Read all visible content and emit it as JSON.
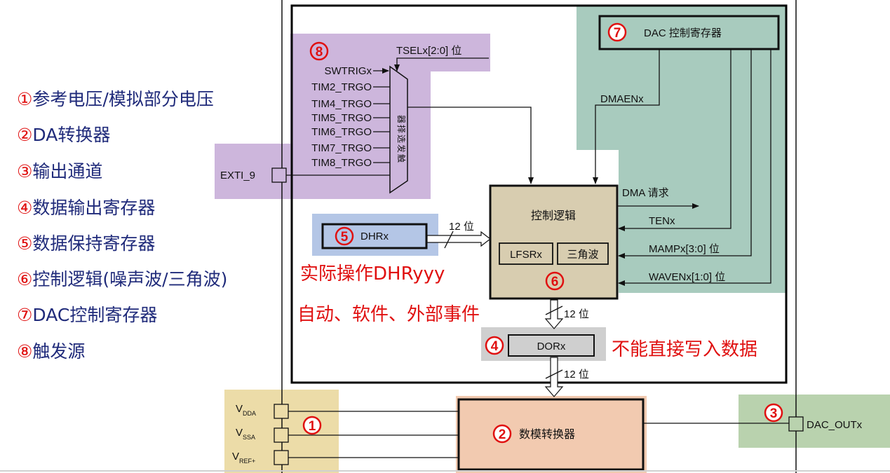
{
  "legend": [
    {
      "num": "①",
      "text": "参考电压/模拟部分电压"
    },
    {
      "num": "②",
      "text": "DA转换器"
    },
    {
      "num": "③",
      "text": "输出通道"
    },
    {
      "num": "④",
      "text": "数据输出寄存器"
    },
    {
      "num": "⑤",
      "text": "数据保持寄存器"
    },
    {
      "num": "⑥",
      "text": "控制逻辑(噪声波/三角波)"
    },
    {
      "num": "⑦",
      "text": "DAC控制寄存器"
    },
    {
      "num": "⑧",
      "text": "触发源"
    }
  ],
  "annotations": {
    "dhr_note": "实际操作DHRyyy",
    "trigger_note": "自动、软件、外部事件",
    "dor_note": "不能直接写入数据"
  },
  "diagram": {
    "badges": {
      "b1": "1",
      "b2": "2",
      "b3": "3",
      "b4": "4",
      "b5": "5",
      "b6": "6",
      "b7": "7",
      "b8": "8"
    },
    "dac_ctrl_reg": "DAC 控制寄存器",
    "tsel": "TSELx[2:0] 位",
    "triggers": [
      "SWTRIGx",
      "TIM2_TRGO",
      "TIM4_TRGO",
      "TIM5_TRGO",
      "TIM6_TRGO",
      "TIM7_TRGO",
      "TIM8_TRGO"
    ],
    "exti": "EXTI_9",
    "mux_label": [
      "触",
      "发",
      "选",
      "择",
      "器"
    ],
    "dmaen": "DMAENx",
    "dma_req": "DMA 请求",
    "ten": "TENx",
    "mamp": "MAMPx[3:0] 位",
    "waven": "WAVENx[1:0] 位",
    "ctrl_logic": "控制逻辑",
    "lfsr": "LFSRx",
    "triangle": "三角波",
    "dhr": "DHRx",
    "dor": "DORx",
    "bits12": "12 位",
    "dac_conv": "数模转换器",
    "dac_out": "DAC_OUTx",
    "vdda_main": "V",
    "vdda_sub": "DDA",
    "vssa_main": "V",
    "vssa_sub": "SSA",
    "vref_main": "V",
    "vref_sub": "REF+"
  }
}
